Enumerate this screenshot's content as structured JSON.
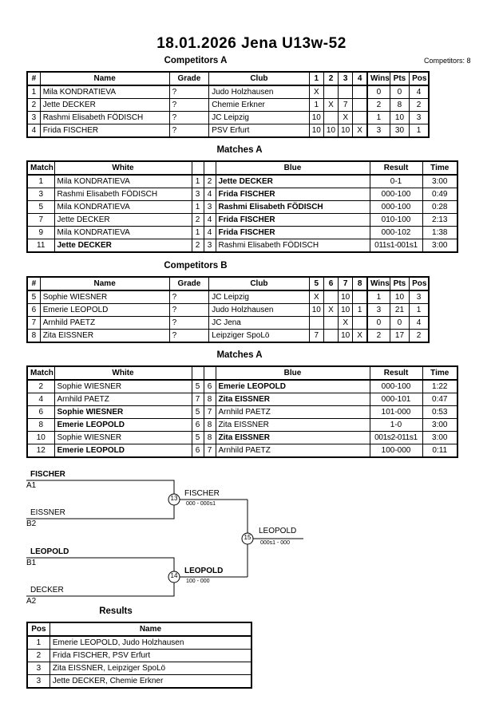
{
  "header": {
    "title": "18.01.2026  Jena   U13w-52",
    "competitors_count": "Competitors: 8"
  },
  "competitors_a": {
    "title": "Competitors A",
    "columns": [
      "#",
      "Name",
      "Grade",
      "Club",
      "1",
      "2",
      "3",
      "4",
      "Wins",
      "Pts",
      "Pos"
    ],
    "rows": [
      [
        "1",
        "Mila KONDRATIEVA",
        "?",
        "Judo Holzhausen",
        "X",
        "",
        "",
        "",
        "0",
        "0",
        "4"
      ],
      [
        "2",
        "Jette DECKER",
        "?",
        "Chemie Erkner",
        "1",
        "X",
        "7",
        "",
        "2",
        "8",
        "2"
      ],
      [
        "3",
        "Rashmi Elisabeth FÖDISCH",
        "?",
        "JC Leipzig",
        "10",
        "",
        "X",
        "",
        "1",
        "10",
        "3"
      ],
      [
        "4",
        "Frida FISCHER",
        "?",
        "PSV Erfurt",
        "10",
        "10",
        "10",
        "X",
        "3",
        "30",
        "1"
      ]
    ]
  },
  "matches_a": {
    "title": "Matches A",
    "columns": [
      "Match",
      "White",
      "",
      "",
      "Blue",
      "Result",
      "Time"
    ],
    "rows": [
      {
        "match": "1",
        "white": "Mila KONDRATIEVA",
        "w": "1",
        "b": "2",
        "blue": "Jette DECKER",
        "result": "0-1",
        "time": "3:00",
        "winner": "blue"
      },
      {
        "match": "3",
        "white": "Rashmi Elisabeth FÖDISCH",
        "w": "3",
        "b": "4",
        "blue": "Frida FISCHER",
        "result": "000-100",
        "time": "0:49",
        "winner": "blue"
      },
      {
        "match": "5",
        "white": "Mila KONDRATIEVA",
        "w": "1",
        "b": "3",
        "blue": "Rashmi Elisabeth FÖDISCH",
        "result": "000-100",
        "time": "0:28",
        "winner": "blue"
      },
      {
        "match": "7",
        "white": "Jette DECKER",
        "w": "2",
        "b": "4",
        "blue": "Frida FISCHER",
        "result": "010-100",
        "time": "2:13",
        "winner": "blue"
      },
      {
        "match": "9",
        "white": "Mila KONDRATIEVA",
        "w": "1",
        "b": "4",
        "blue": "Frida FISCHER",
        "result": "000-102",
        "time": "1:38",
        "winner": "blue"
      },
      {
        "match": "11",
        "white": "Jette DECKER",
        "w": "2",
        "b": "3",
        "blue": "Rashmi Elisabeth FÖDISCH",
        "result": "011s1-001s1",
        "time": "3:00",
        "winner": "white"
      }
    ]
  },
  "competitors_b": {
    "title": "Competitors B",
    "columns": [
      "#",
      "Name",
      "Grade",
      "Club",
      "5",
      "6",
      "7",
      "8",
      "Wins",
      "Pts",
      "Pos"
    ],
    "rows": [
      [
        "5",
        "Sophie WIESNER",
        "?",
        "JC Leipzig",
        "X",
        "",
        "10",
        "",
        "1",
        "10",
        "3"
      ],
      [
        "6",
        "Emerie LEOPOLD",
        "?",
        "Judo Holzhausen",
        "10",
        "X",
        "10",
        "1",
        "3",
        "21",
        "1"
      ],
      [
        "7",
        "Arnhild PAETZ",
        "?",
        "JC Jena",
        "",
        "",
        "X",
        "",
        "0",
        "0",
        "4"
      ],
      [
        "8",
        "Zita EISSNER",
        "?",
        "Leipziger SpoLö",
        "7",
        "",
        "10",
        "X",
        "2",
        "17",
        "2"
      ]
    ]
  },
  "matches_b": {
    "title": "Matches A",
    "columns": [
      "Match",
      "White",
      "",
      "",
      "Blue",
      "Result",
      "Time"
    ],
    "rows": [
      {
        "match": "2",
        "white": "Sophie WIESNER",
        "w": "5",
        "b": "6",
        "blue": "Emerie LEOPOLD",
        "result": "000-100",
        "time": "1:22",
        "winner": "blue"
      },
      {
        "match": "4",
        "white": "Arnhild PAETZ",
        "w": "7",
        "b": "8",
        "blue": "Zita EISSNER",
        "result": "000-101",
        "time": "0:47",
        "winner": "blue"
      },
      {
        "match": "6",
        "white": "Sophie WIESNER",
        "w": "5",
        "b": "7",
        "blue": "Arnhild PAETZ",
        "result": "101-000",
        "time": "0:53",
        "winner": "white"
      },
      {
        "match": "8",
        "white": "Emerie LEOPOLD",
        "w": "6",
        "b": "8",
        "blue": "Zita EISSNER",
        "result": "1-0",
        "time": "3:00",
        "winner": "white"
      },
      {
        "match": "10",
        "white": "Sophie WIESNER",
        "w": "5",
        "b": "8",
        "blue": "Zita EISSNER",
        "result": "001s2-011s1",
        "time": "3:00",
        "winner": "blue"
      },
      {
        "match": "12",
        "white": "Emerie LEOPOLD",
        "w": "6",
        "b": "7",
        "blue": "Arnhild PAETZ",
        "result": "100-000",
        "time": "0:11",
        "winner": "white"
      }
    ]
  },
  "bracket": {
    "sf1_top_name": "FISCHER",
    "sf1_top_pos": "A1",
    "sf1_bot_name": "EISSNER",
    "sf1_bot_pos": "B2",
    "sf1_match": "13",
    "sf1_winner": "FISCHER",
    "sf1_score": "000 - 000s1",
    "sf2_top_name": "LEOPOLD",
    "sf2_top_pos": "B1",
    "sf2_bot_name": "DECKER",
    "sf2_bot_pos": "A2",
    "sf2_match": "14",
    "sf2_winner": "LEOPOLD",
    "sf2_score": "100 - 000",
    "final_match": "15",
    "final_winner": "LEOPOLD",
    "final_score": "000s1 - 000"
  },
  "results": {
    "title": "Results",
    "columns": [
      "Pos",
      "Name"
    ],
    "rows": [
      [
        "1",
        "Emerie LEOPOLD, Judo Holzhausen"
      ],
      [
        "2",
        "Frida FISCHER, PSV Erfurt"
      ],
      [
        "3",
        "Zita EISSNER, Leipziger SpoLö"
      ],
      [
        "3",
        "Jette DECKER, Chemie Erkner"
      ]
    ]
  }
}
